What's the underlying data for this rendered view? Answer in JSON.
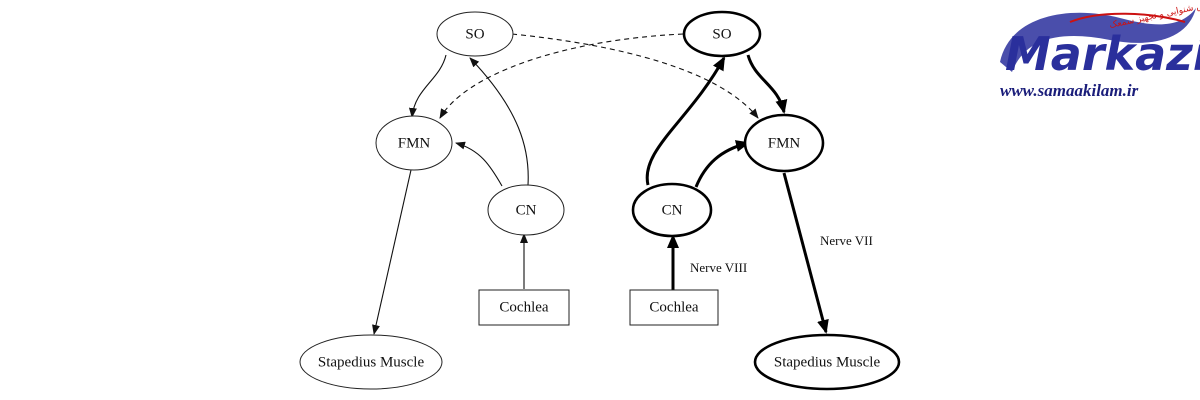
{
  "diagram": {
    "left": {
      "so": "SO",
      "fmn": "FMN",
      "cn": "CN",
      "cochlea": "Cochlea",
      "stapedius": "Stapedius Muscle"
    },
    "right": {
      "so": "SO",
      "fmn": "FMN",
      "cn": "CN",
      "cochlea": "Cochlea",
      "stapedius": "Stapedius Muscle",
      "nerve8": "Nerve VIII",
      "nerve7": "Nerve VII"
    }
  },
  "logo": {
    "word": "Markazi",
    "tagline": "آزمایش شنوایی و تجهیز سمعک",
    "url": "www.samaakilam.ir",
    "colors": {
      "primary": "#2a2f9c",
      "accent": "#cc1111"
    }
  }
}
